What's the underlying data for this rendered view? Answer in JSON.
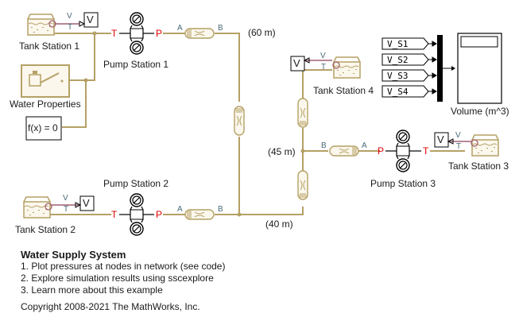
{
  "model": {
    "title": "Water Supply System",
    "links": [
      "1. Plot pressures at nodes in network (see code)",
      "2. Explore simulation results using sscexplore",
      "3. Learn more about this example"
    ],
    "copyright": "Copyright 2008-2021 The MathWorks, Inc."
  },
  "blocks": {
    "tank1": "Tank Station 1",
    "tank2": "Tank Station 2",
    "tank3": "Tank Station 3",
    "tank4": "Tank Station 4",
    "pump1": "Pump Station 1",
    "pump2": "Pump Station 2",
    "pump3": "Pump Station 3",
    "water_props": "Water Properties",
    "solver": "f(x) = 0",
    "scope": "Volume (m^3)",
    "v_block": "V"
  },
  "goto_tags": [
    "V_S1",
    "V_S2",
    "V_S3",
    "V_S4"
  ],
  "ports": {
    "V": "V",
    "T": "T",
    "P": "P",
    "A": "A",
    "B": "B"
  },
  "elevations": {
    "node1": "(60 m)",
    "node2": "(45 m)",
    "node3": "(40 m)"
  },
  "colors": {
    "wire": "#b5a065",
    "signal": "#a06070",
    "port_red": "#e00000",
    "port_gray": "#4a6a78"
  }
}
